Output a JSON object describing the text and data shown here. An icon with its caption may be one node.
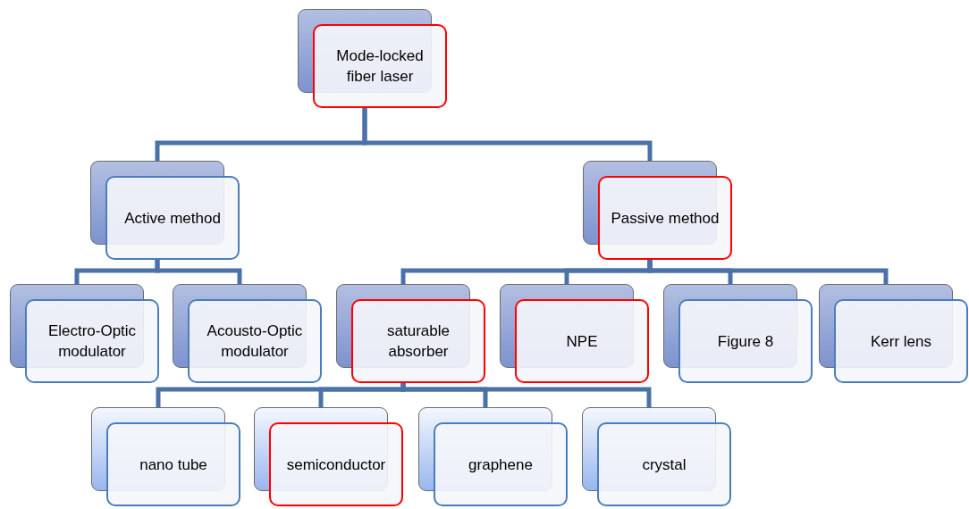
{
  "diagram": {
    "nodes": [
      {
        "text": [
          "Mode-locked fiber laser"
        ]
      },
      {
        "text": [
          "Active method"
        ]
      },
      {
        "text": [
          "Passive method"
        ]
      },
      {
        "text": [
          "Electro-Optic modulator"
        ]
      },
      {
        "text": [
          "Acousto-Optic modulator"
        ]
      },
      {
        "text": [
          "saturable absorber"
        ]
      },
      {
        "text": [
          "NPE"
        ]
      },
      {
        "text": [
          "Figure 8"
        ]
      },
      {
        "text": [
          "Kerr lens"
        ]
      },
      {
        "text": [
          "nano tube"
        ]
      },
      {
        "text": [
          "semiconductor"
        ]
      },
      {
        "text": [
          "graphene"
        ]
      },
      {
        "text": [
          "crystal"
        ]
      }
    ],
    "edges": [
      {
        "from": 0,
        "to": 1,
        "arrow": "none"
      },
      {
        "from": 0,
        "to": 2,
        "arrow": "none"
      },
      {
        "from": 1,
        "to": 3,
        "arrow": "none"
      },
      {
        "from": 1,
        "to": 4,
        "arrow": "none"
      },
      {
        "from": 2,
        "to": 5,
        "arrow": "none"
      },
      {
        "from": 2,
        "to": 6,
        "arrow": "none"
      },
      {
        "from": 2,
        "to": 7,
        "arrow": "none"
      },
      {
        "from": 2,
        "to": 8,
        "arrow": "none"
      },
      {
        "from": 5,
        "to": 9,
        "arrow": "none"
      },
      {
        "from": 5,
        "to": 10,
        "arrow": "none"
      },
      {
        "from": 5,
        "to": 11,
        "arrow": "none"
      },
      {
        "from": 5,
        "to": 12,
        "arrow": "none"
      }
    ]
  }
}
